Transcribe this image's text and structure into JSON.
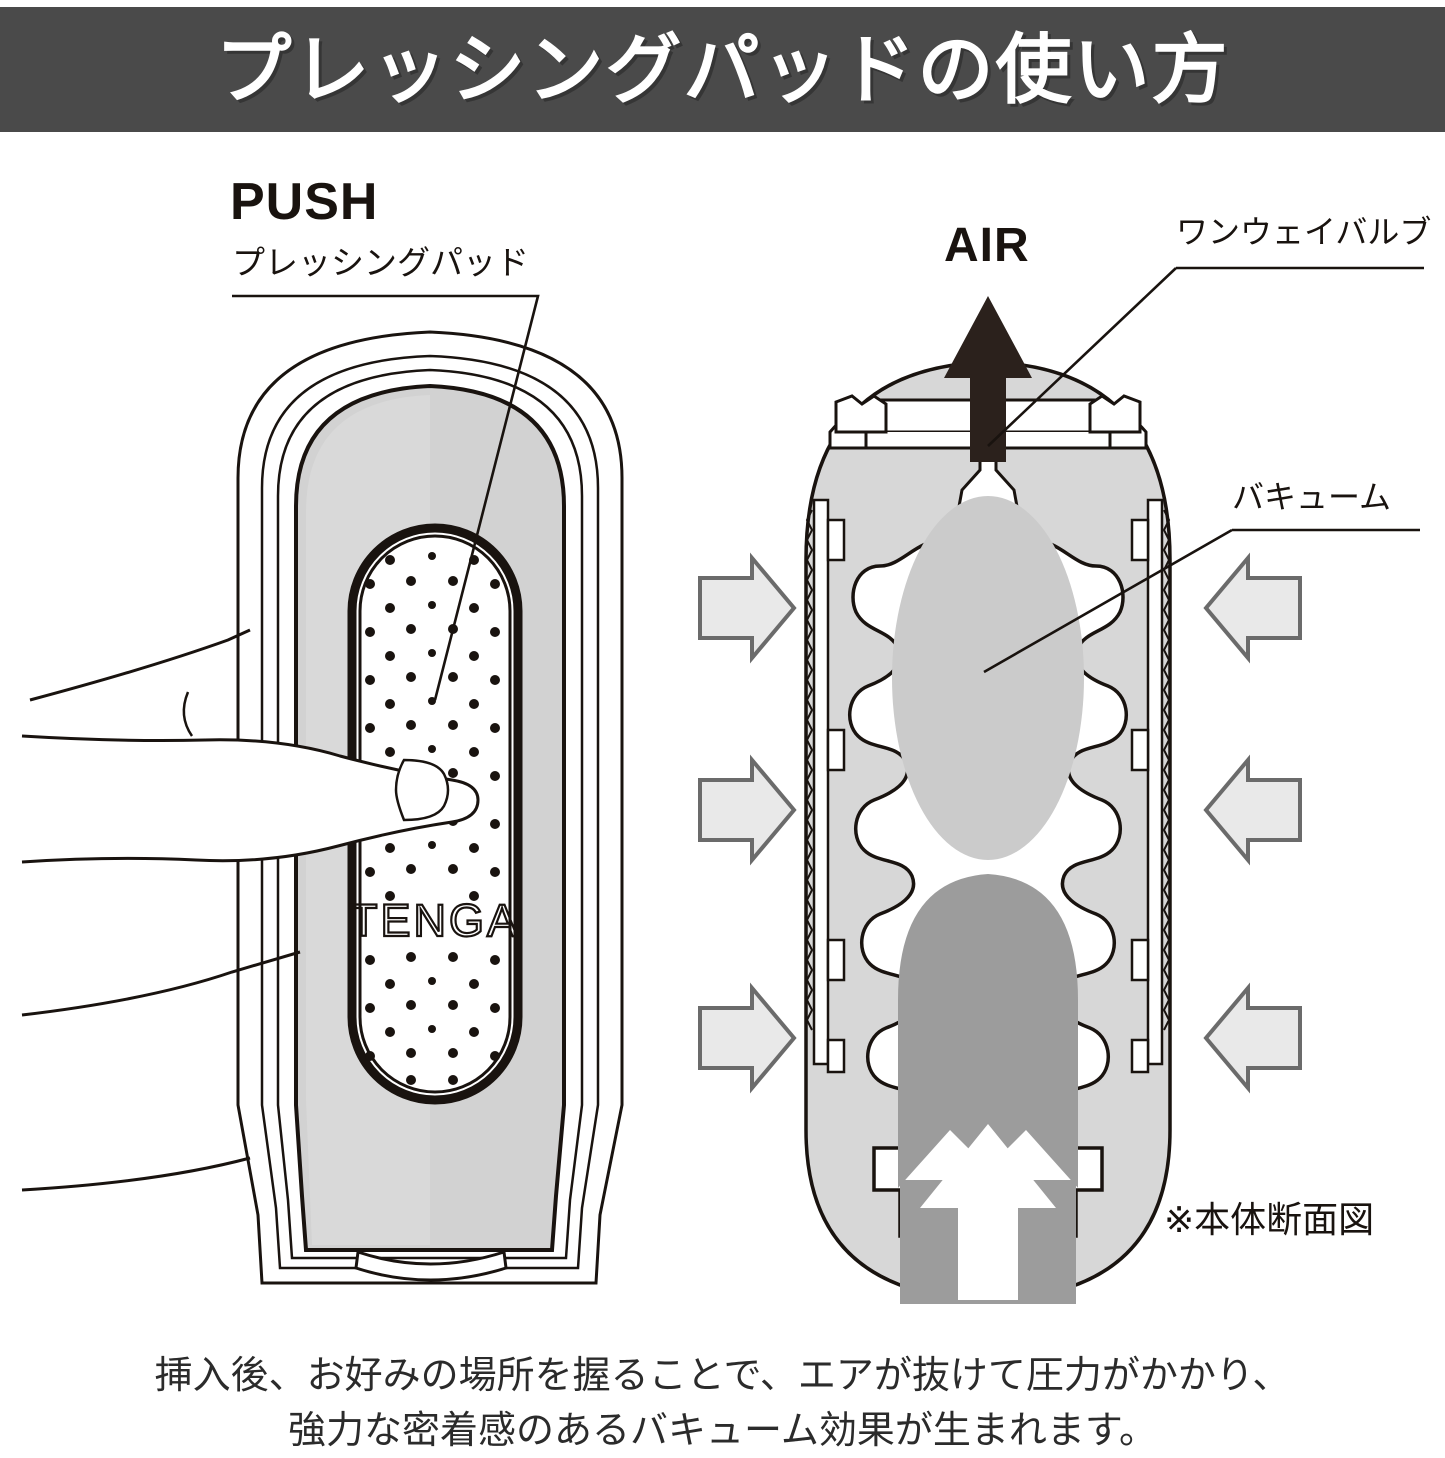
{
  "banner": {
    "title": "プレッシングパッドの使い方",
    "bg_color": "#4a4a4a",
    "text_color": "#ffffff"
  },
  "left_panel": {
    "heading": "PUSH",
    "part_label": "プレッシングパッド",
    "device_logo": "TENGA",
    "icons": {
      "pressing_pad_dots": "dot-grid-icon",
      "hand": "hand-icon",
      "leader_line": "leader-line-icon"
    }
  },
  "right_panel": {
    "air_label": "AIR",
    "valve_label": "ワンウェイバルブ",
    "vacuum_label": "バキューム",
    "section_note": "※本体断面図",
    "icons": {
      "air_arrow": "arrow-up-icon",
      "squeeze_arrow_left": "arrow-right-icon",
      "squeeze_arrow_right": "arrow-left-icon",
      "suction_arrow": "arrow-up-white-icon"
    }
  },
  "caption": {
    "line1": "挿入後、お好みの場所を握ることで、エアが抜けて圧力がかかり、",
    "line2": "強力な密着感のあるバキューム効果が生まれます。"
  },
  "colors": {
    "banner_bg": "#4a4a4a",
    "ink": "#19130f",
    "body_light_gray": "#d2d2d2",
    "body_mid_gray": "#c9c9c9",
    "insert_dark_gray": "#9c9c9c",
    "arrow_gray_fill": "#e9e9e9",
    "arrow_gray_stroke": "#6b6b6b",
    "air_arrow_black": "#2b211c",
    "page_bg": "#ffffff"
  }
}
